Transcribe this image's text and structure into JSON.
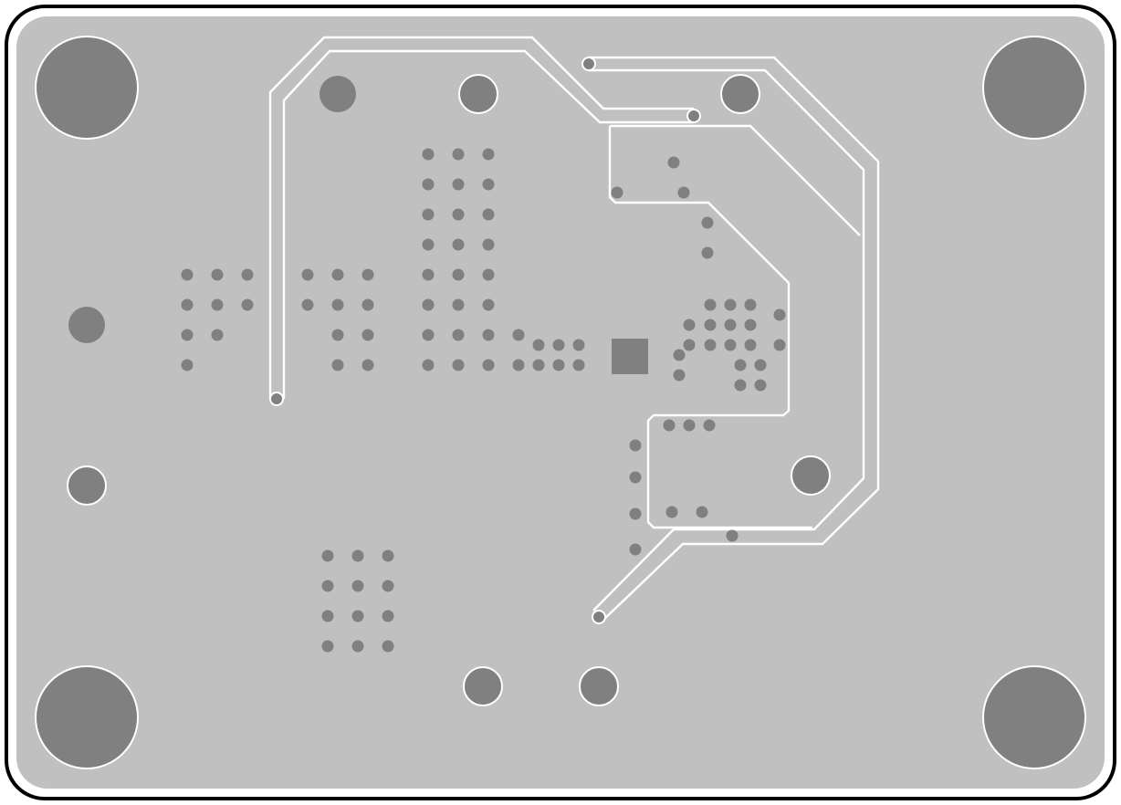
{
  "colors": {
    "board_outline": "#000000",
    "outer_ring": "#ffffff",
    "copper_pour": "#c0c0c0",
    "via_fill": "#808080",
    "clearance": "#ffffff",
    "background": "#ffffff"
  },
  "board": {
    "view": "pcb-copper-layer",
    "mounting_holes": 4,
    "large_vias": 7,
    "small_vias_approx": 120,
    "thermal_pad": 1
  }
}
